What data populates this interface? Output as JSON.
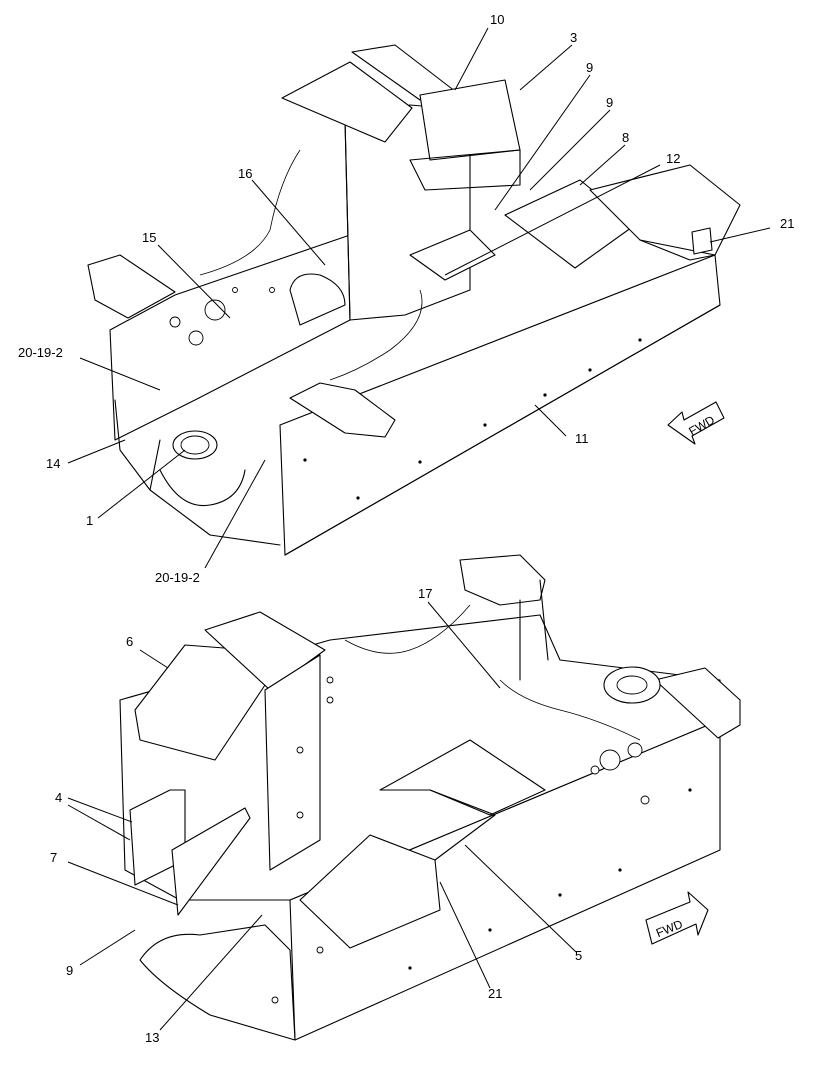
{
  "diagram": {
    "top_view": {
      "callouts": {
        "c10": "10",
        "c3": "3",
        "c9a": "9",
        "c9b": "9",
        "c8": "8",
        "c12": "12",
        "c21": "21",
        "c16": "16",
        "c15": "15",
        "c20_19_2_upper": "20-19-2",
        "c14": "14",
        "c1": "1",
        "c20_19_2_lower": "20-19-2",
        "c11": "11"
      },
      "fwd_label": "FWD"
    },
    "bottom_view": {
      "callouts": {
        "c17": "17",
        "c6": "6",
        "c4": "4",
        "c7": "7",
        "c9": "9",
        "c13": "13",
        "c21": "21",
        "c5": "5"
      },
      "fwd_label": "FWD"
    }
  }
}
